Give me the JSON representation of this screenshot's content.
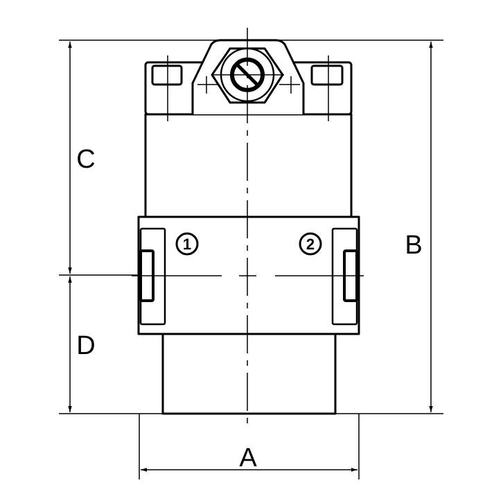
{
  "drawing": {
    "dimensions": {
      "a": "A",
      "b": "B",
      "c": "C",
      "d": "D"
    },
    "ports": {
      "port_1": "1",
      "port_2": "2"
    },
    "line_color": "#000000",
    "background_color": "#ffffff"
  }
}
